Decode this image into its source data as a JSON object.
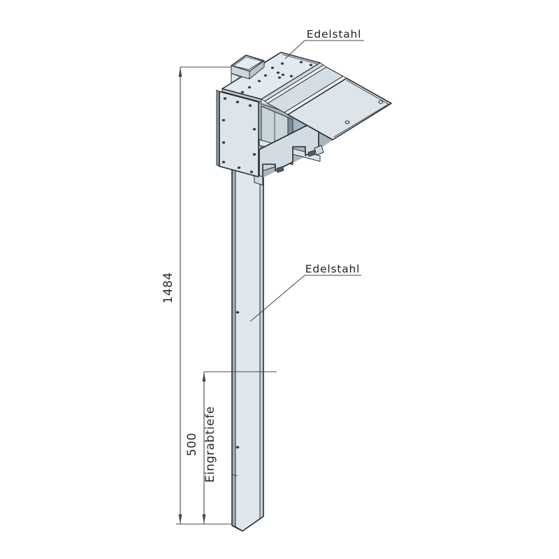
{
  "drawing": {
    "kind": "technical-drawing-isometric",
    "part_labels": {
      "bracket_material": "Edelstahl",
      "post_material": "Edelstahl"
    },
    "dimensions": {
      "overall_height": {
        "value": "1484"
      },
      "burial_depth": {
        "value": "500",
        "label": "Eingrabtiefe"
      }
    },
    "colors": {
      "background": "#ffffff",
      "part_edge_line": "#262d33",
      "dimension_line": "#43484c",
      "face_light": "#e3eaef",
      "face_medium": "#c9d4db",
      "face_dark": "#a7b5bf",
      "text": "#2b2b2b"
    }
  }
}
